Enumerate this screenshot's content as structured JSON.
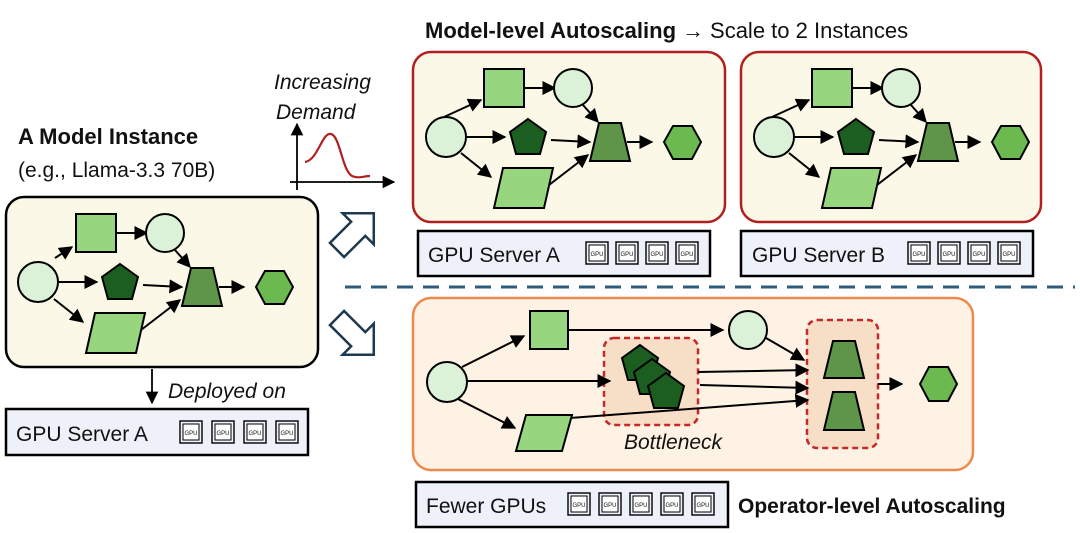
{
  "header": {
    "model_level_bold": "Model-level Autoscaling",
    "model_level_rest": "Scale to 2 Instances",
    "arrow_glyph": "→"
  },
  "left": {
    "title": "A Model Instance",
    "subtitle": "(e.g., Llama-3.3 70B)",
    "deployed_on": "Deployed on",
    "server_label": "GPU Server A"
  },
  "demand": {
    "line1": "Increasing",
    "line2": "Demand"
  },
  "model_level": {
    "server_a_label": "GPU Server A",
    "server_b_label": "GPU Server B"
  },
  "operator_level": {
    "bottleneck_label": "Bottleneck",
    "fewer_gpus_label": "Fewer GPUs",
    "title": "Operator-level Autoscaling"
  },
  "gpu_chip_text": "GPU",
  "colors": {
    "node_light": "#dcf2d8",
    "node_mid": "#98d57f",
    "node_dark": "#1b5e20",
    "node_trap": "#5f9548",
    "node_hex": "#6cba4f",
    "panel_bg": "#fbf8e8",
    "model_border": "#b21f1f",
    "operator_border": "#ec8b4b",
    "operator_bg": "#fdf2e4",
    "bottleneck_border": "#c62828",
    "divider": "#2e5c7a",
    "server_bg": "#eef1f9"
  }
}
